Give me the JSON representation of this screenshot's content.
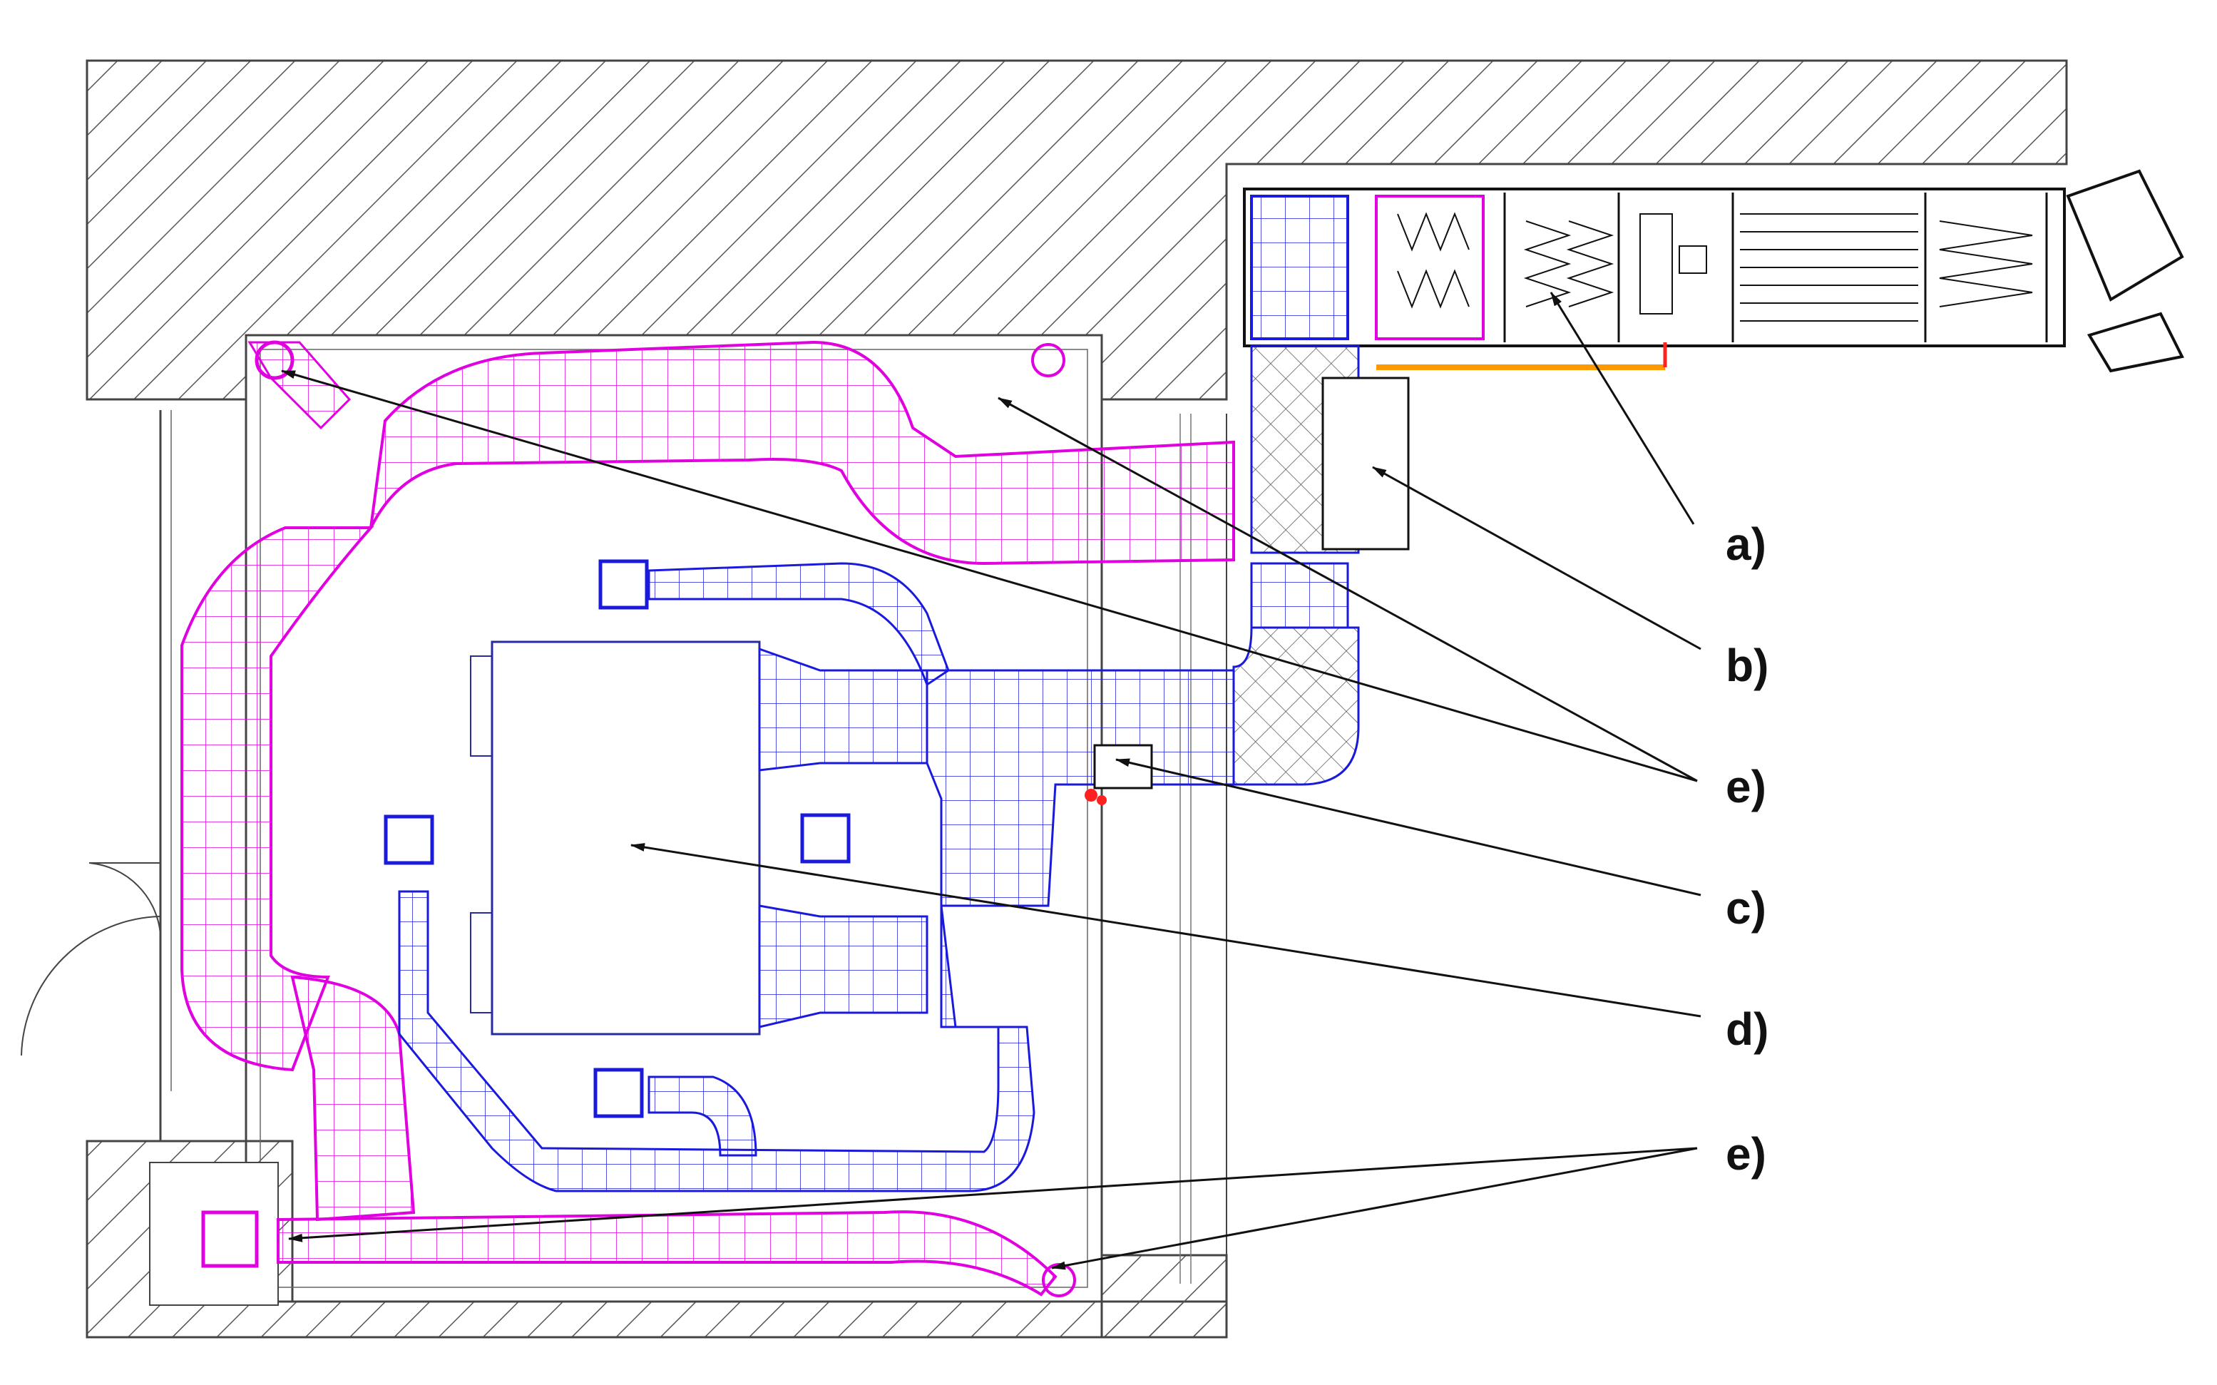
{
  "labels": {
    "a": "a)",
    "b": "b)",
    "e_upper": "e)",
    "c": "c)",
    "d": "d)",
    "e_lower": "e)"
  },
  "colors": {
    "wall": "#444444",
    "hatch": "#555555",
    "supply_duct": "#e000e0",
    "return_duct": "#1a1adc",
    "unit_outline": "#2a2aa0",
    "orange_pipe": "#ff9900",
    "red_valve": "#ff2020",
    "arrow": "#111111"
  }
}
